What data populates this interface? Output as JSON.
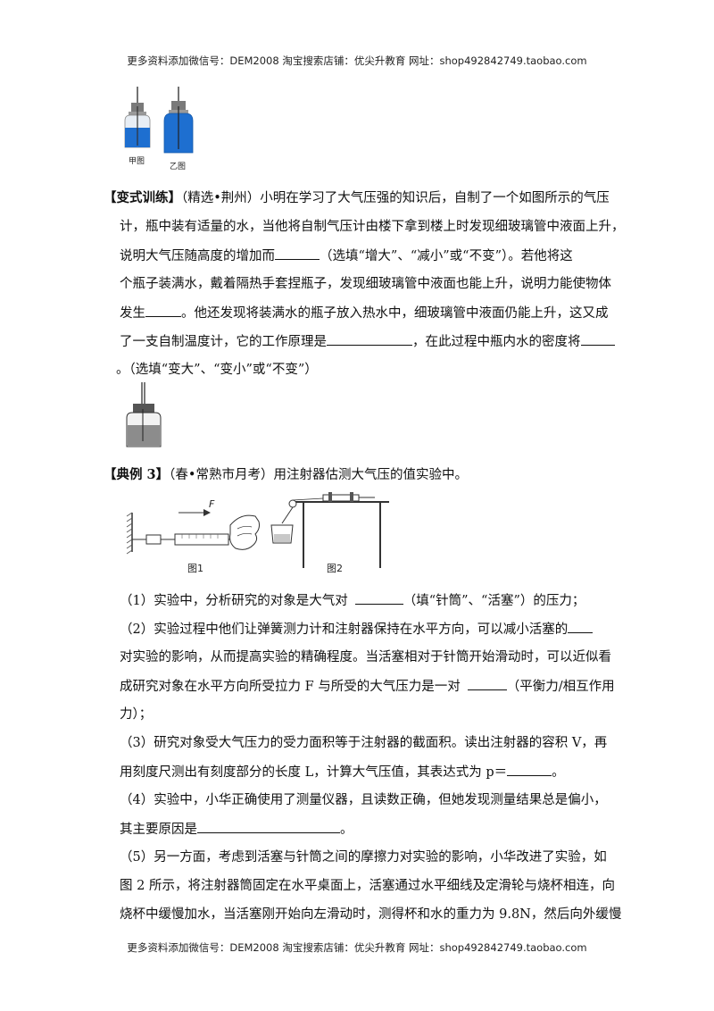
{
  "header": {
    "text": "更多资料添加微信号：DEM2008   淘宝搜索店铺：优尖升教育  网址：shop492842749.taobao.com"
  },
  "footer": {
    "text": "更多资料添加微信号：DEM2008   淘宝搜索店铺：优尖升教育  网址：shop492842749.taobao.com"
  },
  "figure1": {
    "caption_a": "甲图",
    "caption_b": "乙图"
  },
  "variant": {
    "tag": "【变式训练】",
    "l1": "（精选•荆州）小明在学习了大气压强的知识后，自制了一个如图所示的气压",
    "l2": "计，瓶中装有适量的水，当他将自制气压计由楼下拿到楼上时发现细玻璃管中液面上升，",
    "l3a": "说明大气压随高度的增加而",
    "l3b": "（选填“增大”、“减小”或“不变”）。若他将这",
    "l4": "个瓶子装满水，戴着隔热手套捏瓶子，发现细玻璃管中液面也能上升，说明力能使物体",
    "l5a": "发生",
    "l5b": "。他还发现将装满水的瓶子放入热水中，细玻璃管中液面仍能上升，这又成",
    "l6a": "了一支自制温度计，它的工作原理是",
    "l6b": "，在此过程中瓶内水的密度将",
    "l7": "。（选填“变大”、“变小”或“不变”）"
  },
  "example": {
    "tag": "【典例 3】",
    "title": "（春•常熟市月考）用注射器估测大气压的值实验中。"
  },
  "figure3": {
    "cap1": "图1",
    "cap2": "图2",
    "force": "F"
  },
  "q": {
    "q1a": "（1）实验中，分析研究的对象是大气对",
    "q1b": "（填“针筒”、“活塞”）的压力；",
    "q2a": "（2）实验过程中他们让弹簧测力计和注射器保持在水平方向，可以减小活塞的",
    "q2b": "对实验的影响，从而提高实验的精确程度。当活塞相对于针筒开始滑动时，可以近似看",
    "q2c": "成研究对象在水平方向所受拉力 F 与所受的大气压力是一对",
    "q2d": "（平衡力/相互作用",
    "q2e": "力）；",
    "q3a": "（3）研究对象受大气压力的受力面积等于注射器的截面积。读出注射器的容积 V，再",
    "q3b": "用刻度尺测出有刻度部分的长度 L，计算大气压值，其表达式为 p＝",
    "q3c": "。",
    "q4a": "（4）实验中，小华正确使用了测量仪器，且读数正确，但她发现测量结果总是偏小，",
    "q4b": "其主要原因是",
    "q4c": "。",
    "q5a": "（5）另一方面，考虑到活塞与针筒之间的摩擦力对实验的影响，小华改进了实验，如",
    "q5b": "图 2 所示，将注射器筒固定在水平桌面上，活塞通过水平细线及定滑轮与烧杯相连，向",
    "q5c": "烧杯中缓慢加水，当活塞刚开始向左滑动时，测得杯和水的重力为 9.8N，然后向外缓慢"
  }
}
